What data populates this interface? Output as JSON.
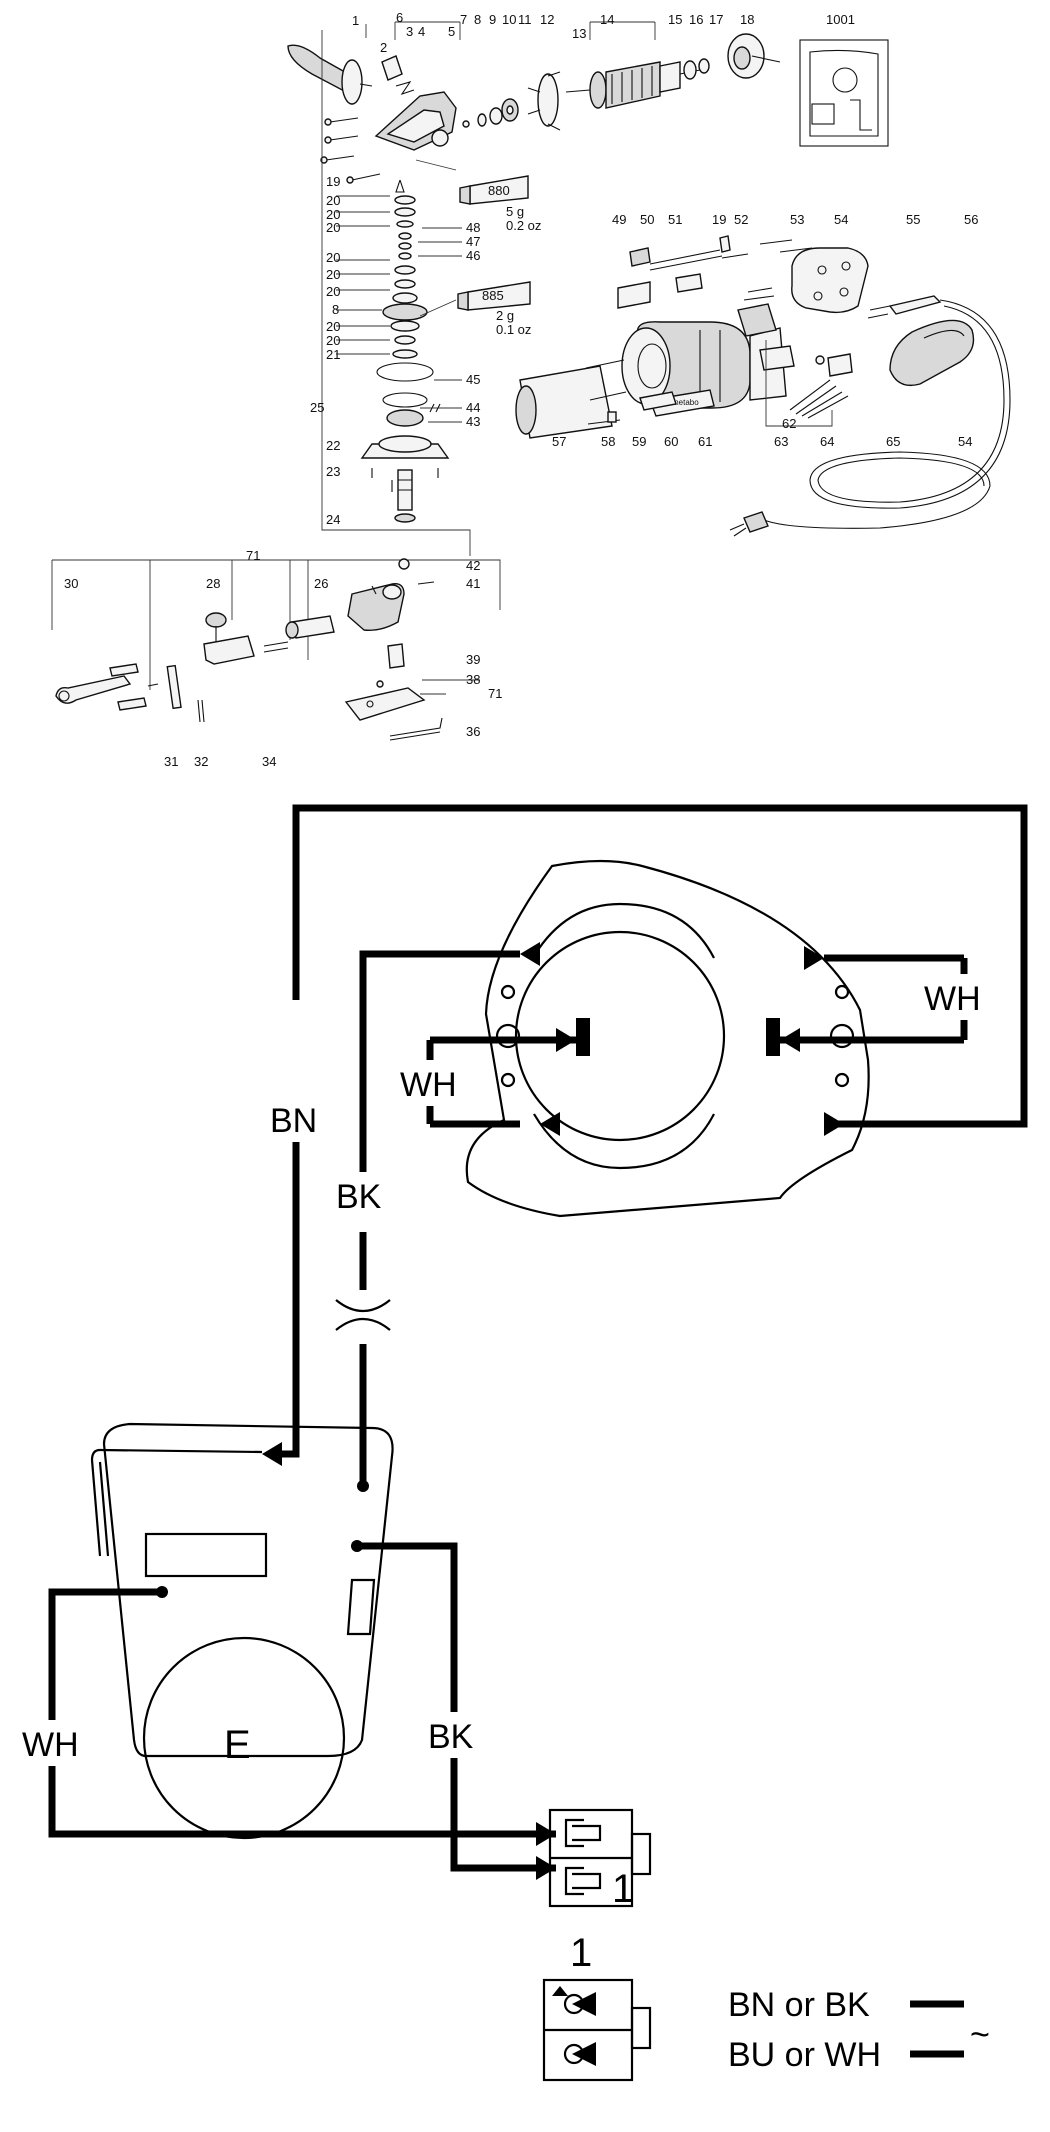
{
  "exploded_view": {
    "part_numbers": [
      {
        "id": "p1",
        "label": "1"
      },
      {
        "id": "p2",
        "label": "2"
      },
      {
        "id": "p3",
        "label": "3"
      },
      {
        "id": "p4",
        "label": "4"
      },
      {
        "id": "p5",
        "label": "5"
      },
      {
        "id": "p6",
        "label": "6"
      },
      {
        "id": "p7",
        "label": "7"
      },
      {
        "id": "p8",
        "label": "8"
      },
      {
        "id": "p9",
        "label": "9"
      },
      {
        "id": "p10",
        "label": "10"
      },
      {
        "id": "p11",
        "label": "11"
      },
      {
        "id": "p12",
        "label": "12"
      },
      {
        "id": "p13",
        "label": "13"
      },
      {
        "id": "p14",
        "label": "14"
      },
      {
        "id": "p15",
        "label": "15"
      },
      {
        "id": "p16",
        "label": "16"
      },
      {
        "id": "p17",
        "label": "17"
      },
      {
        "id": "p18",
        "label": "18"
      },
      {
        "id": "p1001",
        "label": "1001"
      },
      {
        "id": "p19",
        "label": "19"
      },
      {
        "id": "p20a",
        "label": "20"
      },
      {
        "id": "p20b",
        "label": "20"
      },
      {
        "id": "p20c",
        "label": "20"
      },
      {
        "id": "p48",
        "label": "48"
      },
      {
        "id": "p47",
        "label": "47"
      },
      {
        "id": "p46",
        "label": "46"
      },
      {
        "id": "p20d",
        "label": "20"
      },
      {
        "id": "p20e",
        "label": "20"
      },
      {
        "id": "p20f",
        "label": "20"
      },
      {
        "id": "p8b",
        "label": "8"
      },
      {
        "id": "p20g",
        "label": "20"
      },
      {
        "id": "p20h",
        "label": "20"
      },
      {
        "id": "p21",
        "label": "21"
      },
      {
        "id": "p45",
        "label": "45"
      },
      {
        "id": "p25",
        "label": "25"
      },
      {
        "id": "p44",
        "label": "44"
      },
      {
        "id": "p43",
        "label": "43"
      },
      {
        "id": "p22",
        "label": "22"
      },
      {
        "id": "p23",
        "label": "23"
      },
      {
        "id": "p24",
        "label": "24"
      },
      {
        "id": "p49",
        "label": "49"
      },
      {
        "id": "p50",
        "label": "50"
      },
      {
        "id": "p51",
        "label": "51"
      },
      {
        "id": "p19b",
        "label": "19"
      },
      {
        "id": "p52",
        "label": "52"
      },
      {
        "id": "p53",
        "label": "53"
      },
      {
        "id": "p54",
        "label": "54"
      },
      {
        "id": "p55",
        "label": "55"
      },
      {
        "id": "p56",
        "label": "56"
      },
      {
        "id": "p57",
        "label": "57"
      },
      {
        "id": "p58",
        "label": "58"
      },
      {
        "id": "p59",
        "label": "59"
      },
      {
        "id": "p60",
        "label": "60"
      },
      {
        "id": "p61",
        "label": "61"
      },
      {
        "id": "p62",
        "label": "62"
      },
      {
        "id": "p63",
        "label": "63"
      },
      {
        "id": "p64",
        "label": "64"
      },
      {
        "id": "p65",
        "label": "65"
      },
      {
        "id": "p54b",
        "label": "54"
      },
      {
        "id": "p71",
        "label": "71"
      },
      {
        "id": "p30",
        "label": "30"
      },
      {
        "id": "p28",
        "label": "28"
      },
      {
        "id": "p26",
        "label": "26"
      },
      {
        "id": "p42",
        "label": "42"
      },
      {
        "id": "p41",
        "label": "41"
      },
      {
        "id": "p39",
        "label": "39"
      },
      {
        "id": "p38",
        "label": "38"
      },
      {
        "id": "p71b",
        "label": "71"
      },
      {
        "id": "p36",
        "label": "36"
      },
      {
        "id": "p31",
        "label": "31"
      },
      {
        "id": "p32",
        "label": "32"
      },
      {
        "id": "p34",
        "label": "34"
      }
    ],
    "grease_tubes": [
      {
        "code": "880",
        "amount_g": "5 g",
        "amount_oz": "0.2 oz"
      },
      {
        "code": "885",
        "amount_g": "2 g",
        "amount_oz": "0.1 oz"
      }
    ],
    "housing_brand": "metabo"
  },
  "wiring": {
    "wire_labels": {
      "bn_top": "BN",
      "bk_top": "BK",
      "wh_right": "WH",
      "wh_left": "WH",
      "wh_lower": "WH",
      "bk_lower": "BK"
    },
    "electronics_label": "E",
    "switch_label": "1",
    "legend": {
      "number": "1",
      "line_top": "BN or BK",
      "line_bottom": "BU or WH",
      "ac_symbol": "~"
    }
  }
}
